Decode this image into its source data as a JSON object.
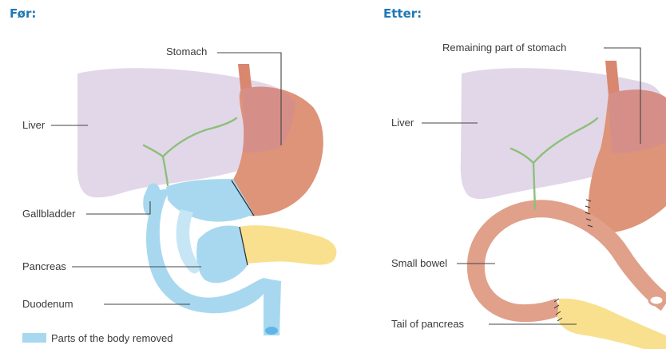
{
  "colors": {
    "heading": "#1f78b4",
    "liver": "#e2d7e8",
    "stomach": "#dd9478",
    "stomach_overlap": "#d38d8d",
    "esophagus": "#d9876e",
    "removed_parts": "#a8d8f0",
    "pancreas": "#f8e08e",
    "bile_duct": "#8cc07a",
    "small_bowel": "#e0a08a",
    "leader_line": "#444444",
    "text": "#3a3a3a"
  },
  "before": {
    "heading": "Før:",
    "labels": {
      "stomach": "Stomach",
      "liver": "Liver",
      "gallbladder": "Gallbladder",
      "pancreas": "Pancreas",
      "duodenum": "Duodenum"
    },
    "legend": {
      "label": "Parts of the body removed"
    }
  },
  "after": {
    "heading": "Etter:",
    "labels": {
      "remaining_stomach": "Remaining part of stomach",
      "liver": "Liver",
      "small_bowel": "Small bowel",
      "tail_of_pancreas": "Tail of pancreas"
    }
  }
}
